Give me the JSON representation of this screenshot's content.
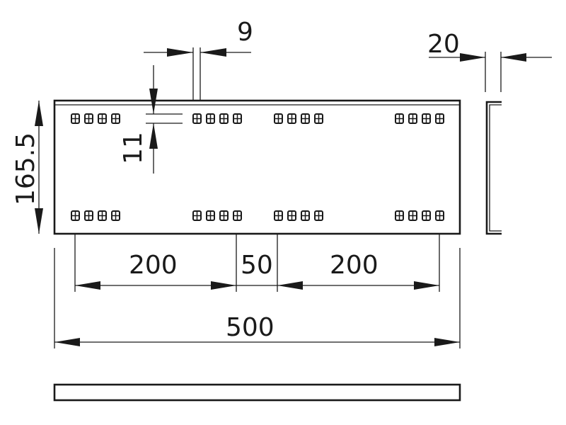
{
  "dimensions": {
    "slot_width": "9",
    "flange_width": "20",
    "slot_height": "11",
    "plate_height": "165.5",
    "group_spacing_left": "200",
    "center_gap": "50",
    "group_spacing_right": "200",
    "overall_length": "500"
  }
}
